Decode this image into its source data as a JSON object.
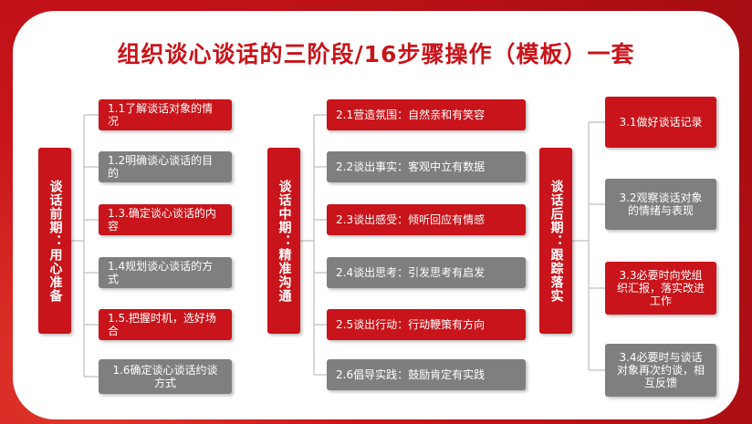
{
  "title": "组织谈心谈话的三阶段/16步骤操作（模板）一套",
  "phases": [
    {
      "label": "谈话前期：用心准备",
      "steps": [
        {
          "text": "1.1了解谈话对象的情况",
          "style": "red"
        },
        {
          "text": "1.2明确谈心谈话的目的",
          "style": "gray"
        },
        {
          "text": "1.3.确定谈心谈话的内容",
          "style": "red"
        },
        {
          "text": "1.4规划谈心谈话的方式",
          "style": "gray"
        },
        {
          "text": "1.5.把握时机，选好场合",
          "style": "red"
        },
        {
          "text": "1.6确定谈心谈话约谈方式",
          "style": "gray"
        }
      ]
    },
    {
      "label": "谈话中期：精准沟通",
      "steps": [
        {
          "text": "2.1营造氛围：自然亲和有笑容",
          "style": "red"
        },
        {
          "text": "2.2谈出事实：客观中立有数据",
          "style": "gray"
        },
        {
          "text": "2.3谈出感受：倾听回应有情感",
          "style": "red"
        },
        {
          "text": "2.4谈出思考：引发思考有启发",
          "style": "gray"
        },
        {
          "text": "2.5谈出行动：行动鞭策有方向",
          "style": "red"
        },
        {
          "text": "2.6倡导实践：鼓励肯定有实践",
          "style": "gray"
        }
      ]
    },
    {
      "label": "谈话后期：跟踪落实",
      "steps": [
        {
          "text": "3.1做好谈话记录",
          "style": "red"
        },
        {
          "text": "3.2观察谈话对象的情绪与表现",
          "style": "gray"
        },
        {
          "text": "3.3必要时向党组织汇报，落实改进工作",
          "style": "red"
        },
        {
          "text": "3.4必要时与谈话对象再次约谈，相互反馈",
          "style": "gray"
        }
      ]
    }
  ],
  "colors": {
    "red": "#c8141a",
    "gray": "#7f7f7f",
    "line": "#bfbfbf"
  }
}
